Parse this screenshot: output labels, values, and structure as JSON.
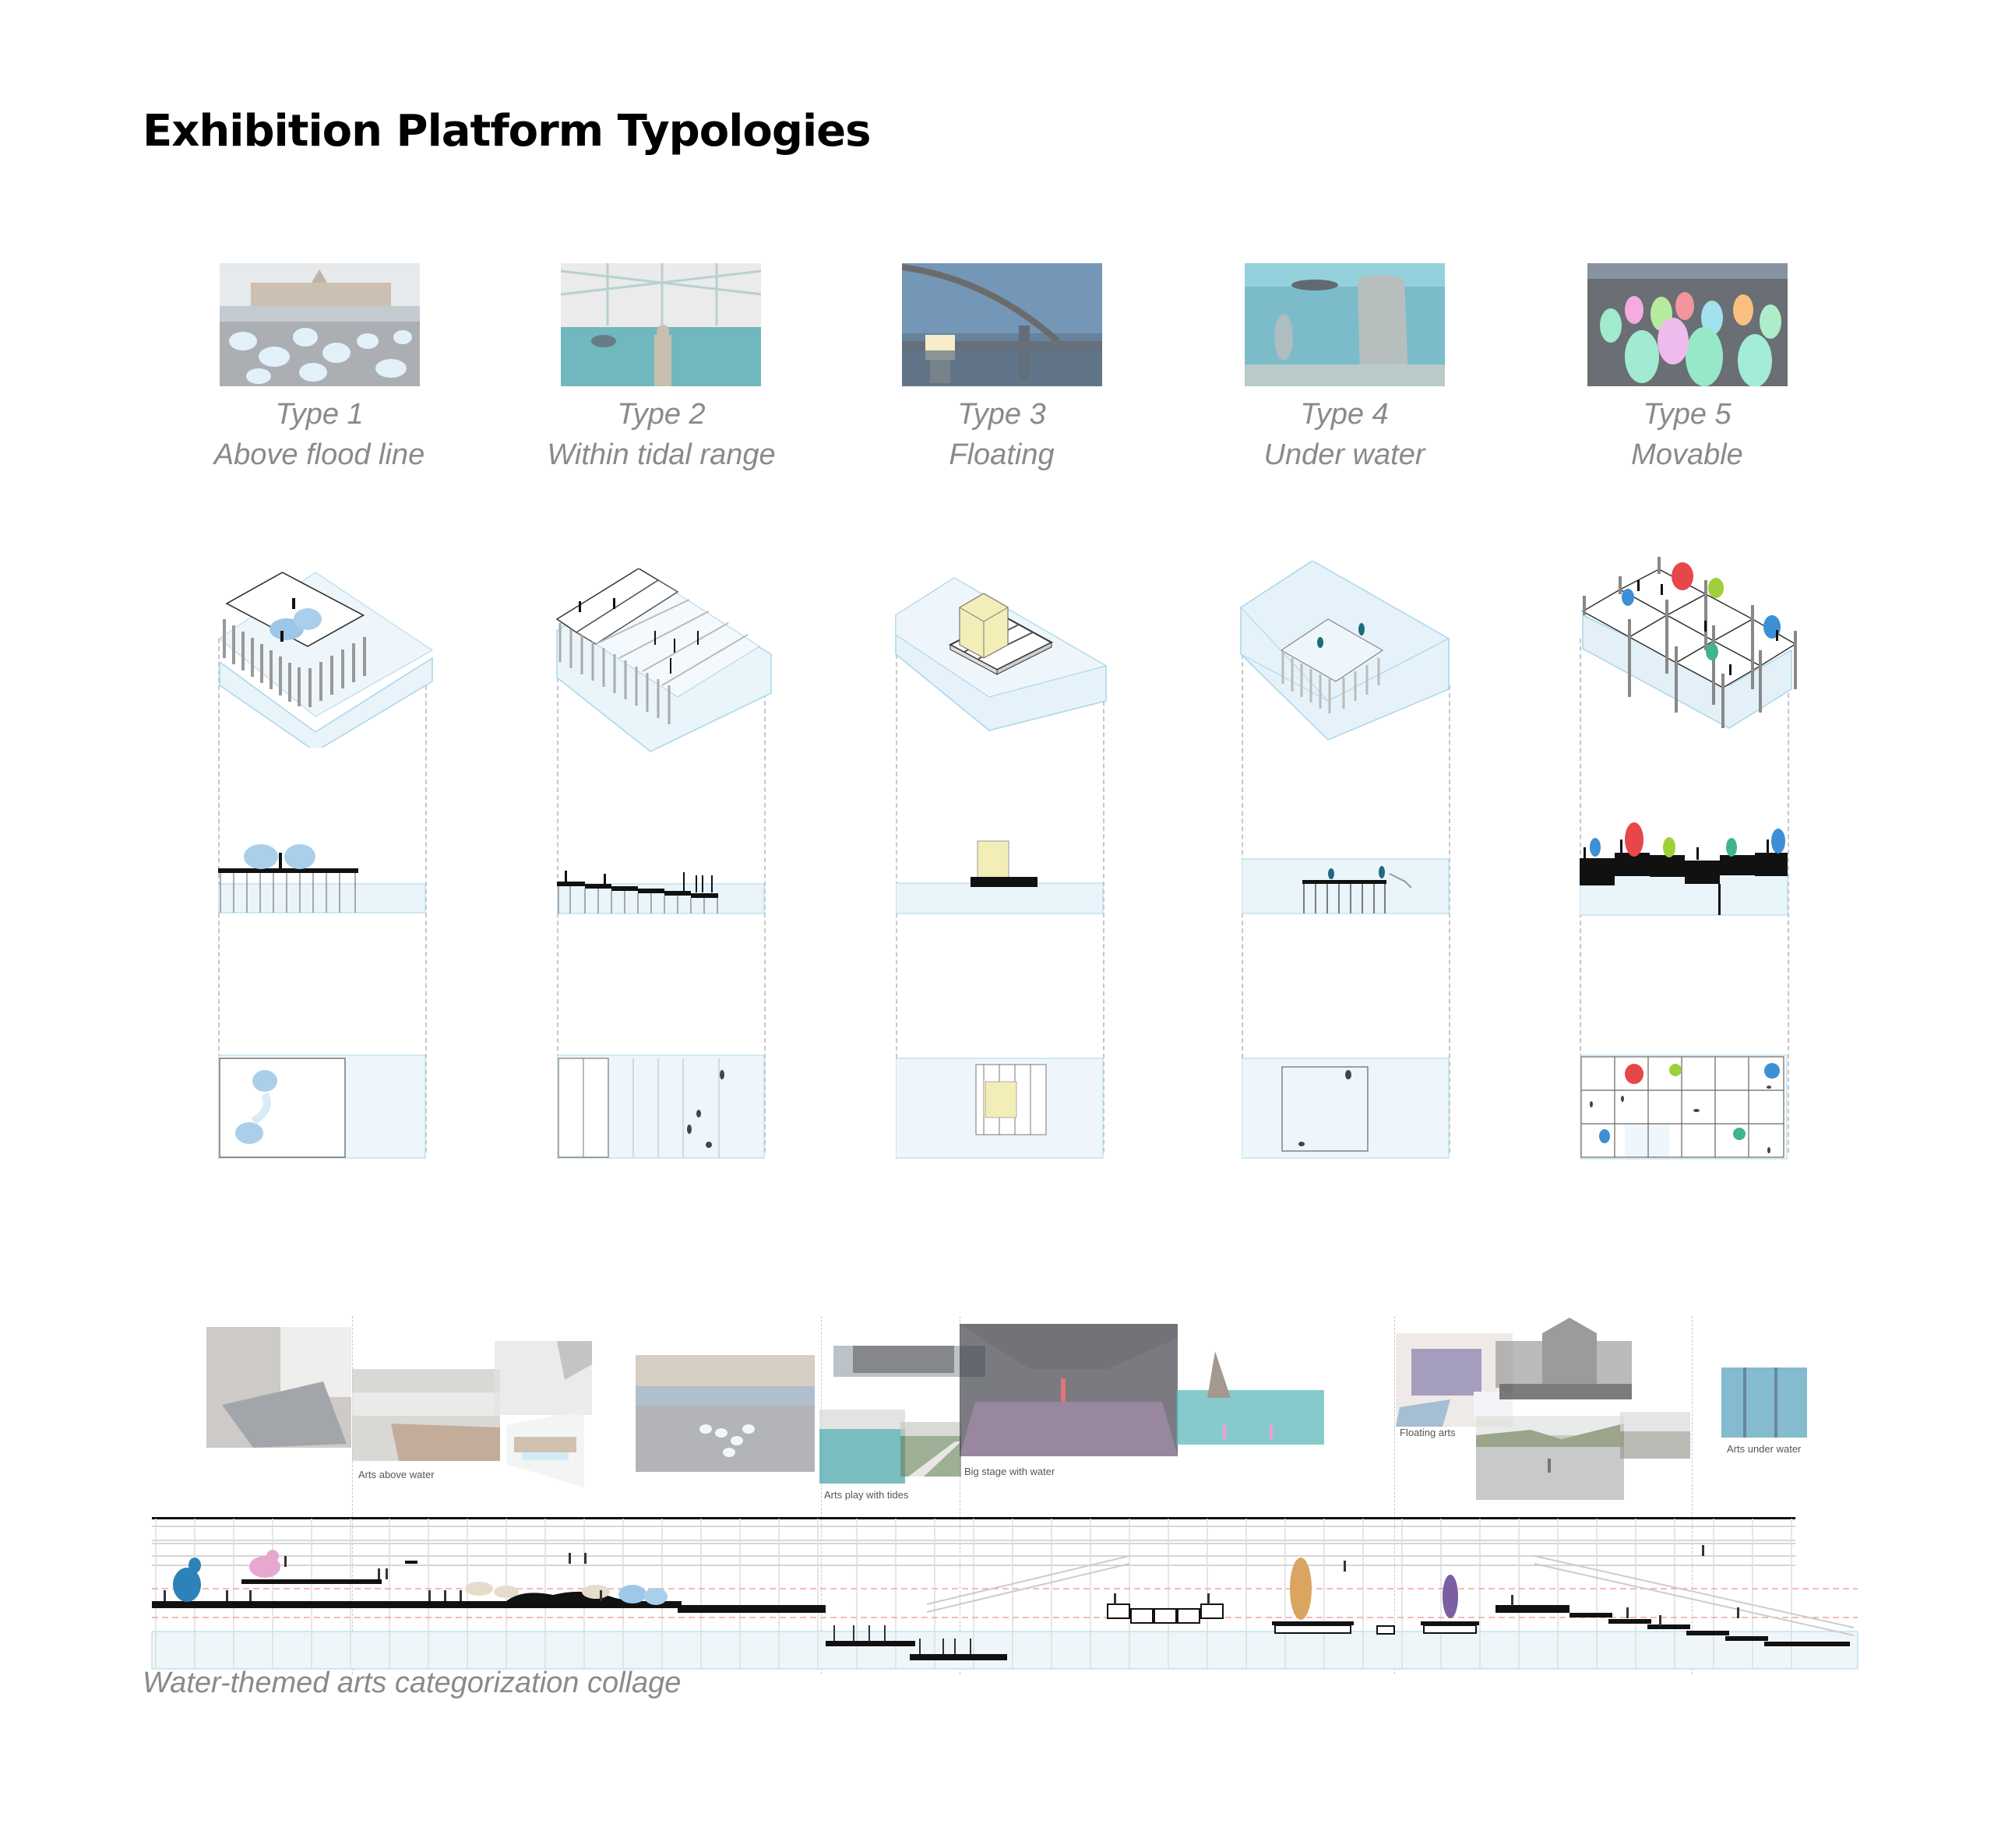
{
  "title": "Exhibition Platform Typologies",
  "types": [
    {
      "name": "Type 1",
      "subtitle": "Above flood line",
      "photo": "floating-ice-blocks-riverside-photo"
    },
    {
      "name": "Type 2",
      "subtitle": "Within tidal range",
      "photo": "half-submerged-sculpture-pavilion-photo"
    },
    {
      "name": "Type 3",
      "subtitle": "Floating",
      "photo": "illuminated-floating-cube-under-bridge-photo"
    },
    {
      "name": "Type 4",
      "subtitle": "Under water",
      "photo": "underwater-face-sculpture-diver-photo"
    },
    {
      "name": "Type 5",
      "subtitle": "Movable",
      "photo": "glowing-colored-egg-lights-photo"
    }
  ],
  "drawing_rows": [
    "axonometric",
    "section",
    "plan"
  ],
  "collage": {
    "labels": {
      "above": "Arts above water",
      "tides": "Arts play with tides",
      "stage": "Big stage with water",
      "floating": "Floating arts",
      "under": "Arts under water"
    }
  },
  "caption": "Water-themed arts categorization collage",
  "colors": {
    "water_fill": "#eaf4fb",
    "water_edge": "#a9d6ea",
    "text_gray": "#8a8a8a",
    "egg_red": "#e8474a",
    "egg_green": "#9fcf3a",
    "egg_blue": "#3d8fd6",
    "egg_teal": "#3fb58f",
    "cube_yellow": "#f3eeb8",
    "flood_line": "#f2a3a3"
  }
}
